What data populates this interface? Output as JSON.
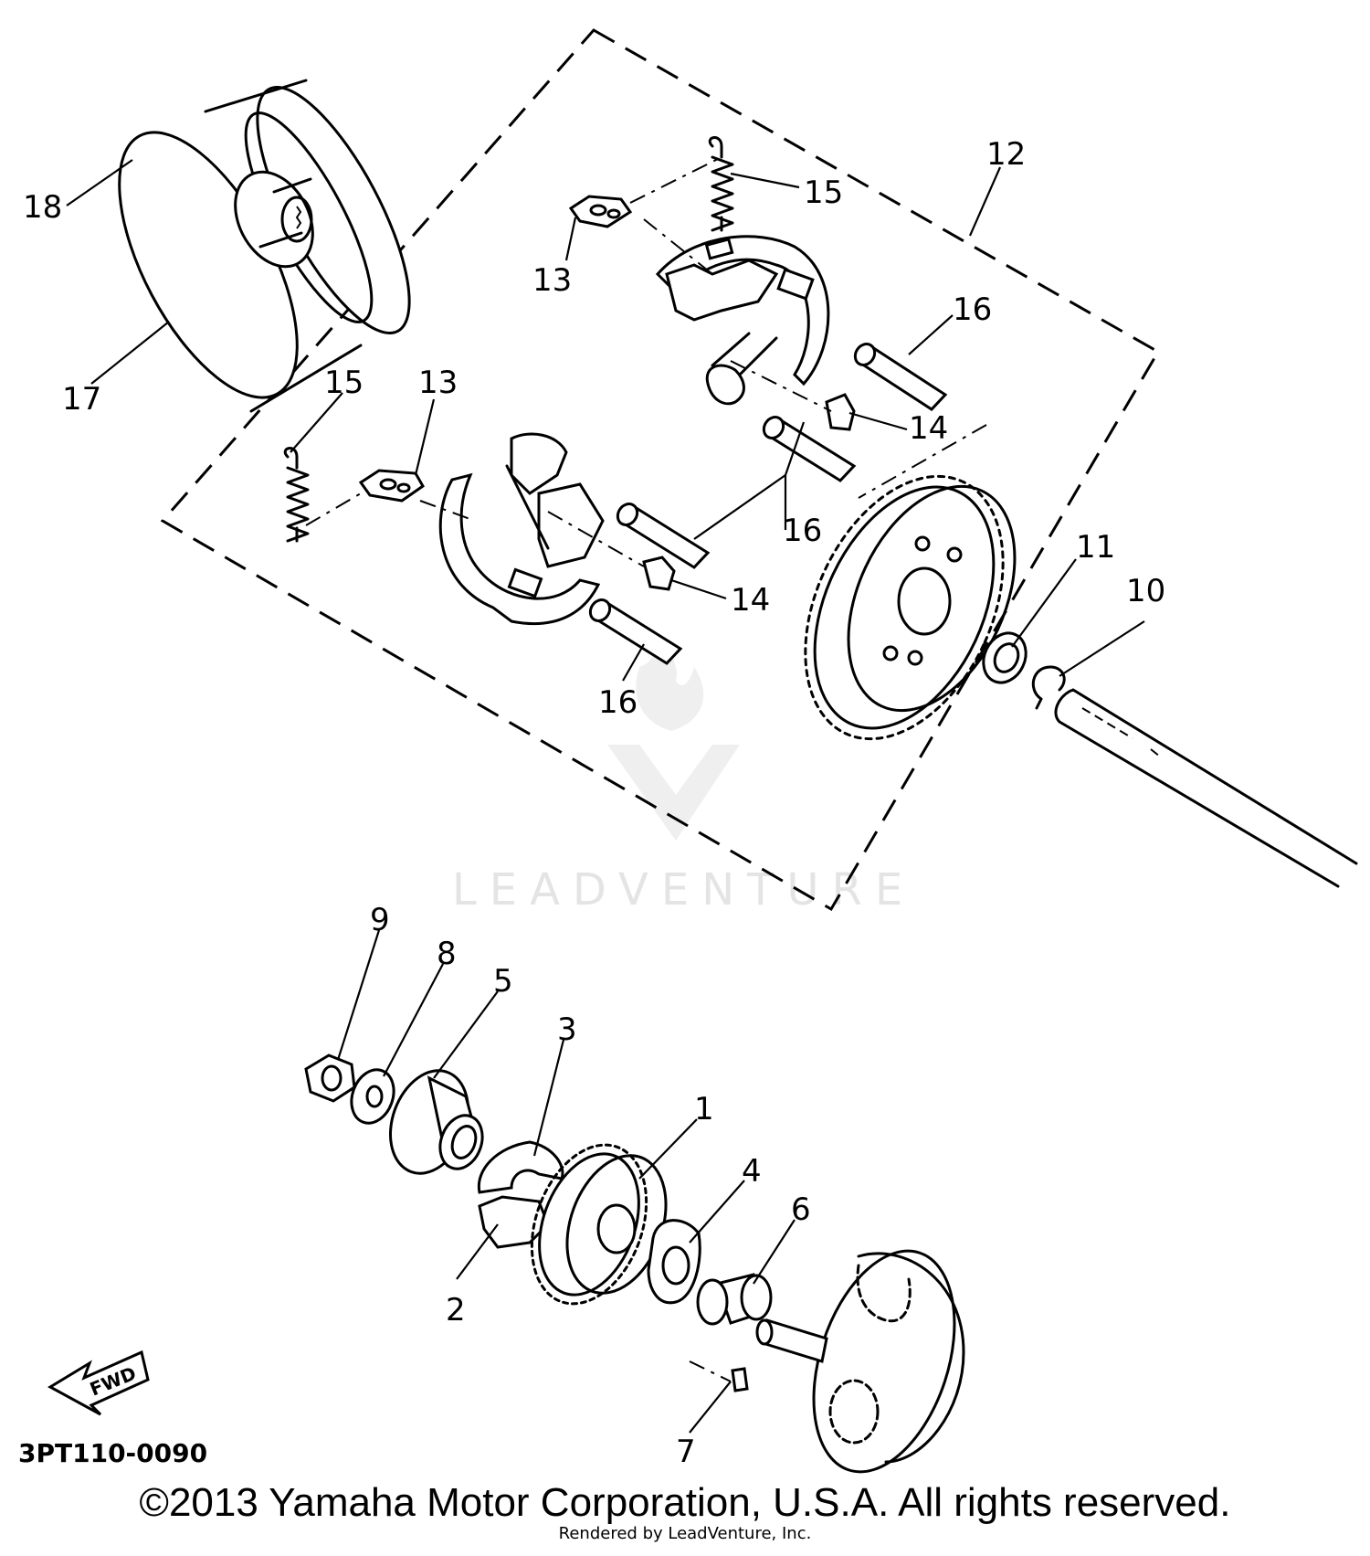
{
  "diagram": {
    "code": "3PT110-0090",
    "copyright": "©2013 Yamaha Motor Corporation, U.S.A. All rights reserved.",
    "rendered_by": "Rendered by LeadVenture, Inc.",
    "watermark": "LEADVENTURE",
    "fwd_label": "FWD",
    "part_numbers": [
      "1",
      "2",
      "3",
      "4",
      "5",
      "6",
      "7",
      "8",
      "9",
      "10",
      "11",
      "12",
      "13",
      "13",
      "14",
      "14",
      "15",
      "15",
      "16",
      "16",
      "16",
      "16",
      "17",
      "18"
    ]
  }
}
